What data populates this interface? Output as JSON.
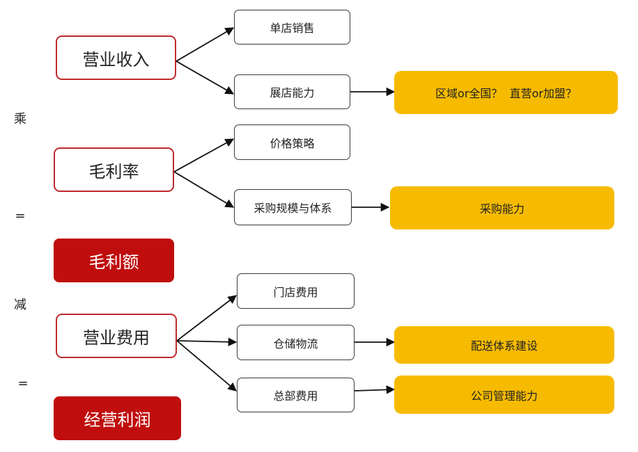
{
  "operators": {
    "multiply": "乘",
    "equals_1": "=",
    "subtract": "减",
    "equals_2": "="
  },
  "main": {
    "revenue": "营业收入",
    "gross_margin": "毛利率",
    "gross_profit": "毛利额",
    "operating_expense": "营业费用",
    "operating_profit": "经营利润"
  },
  "drivers": {
    "single_store_sales": "单店销售",
    "store_expansion": "展店能力",
    "pricing_strategy": "价格策略",
    "procurement_scale": "采购规模与体系",
    "store_cost": "门店费用",
    "warehouse_logistics": "仓储物流",
    "hq_cost": "总部费用"
  },
  "capabilities": {
    "region_format": "区域or全国？  直营or加盟？",
    "procurement": "采购能力",
    "distribution": "配送体系建设",
    "management": "公司管理能力"
  },
  "colors": {
    "main_border": "#c0282d",
    "result_fill": "#c00d0d",
    "capability_fill": "#f6bb00",
    "line": "#111111"
  }
}
